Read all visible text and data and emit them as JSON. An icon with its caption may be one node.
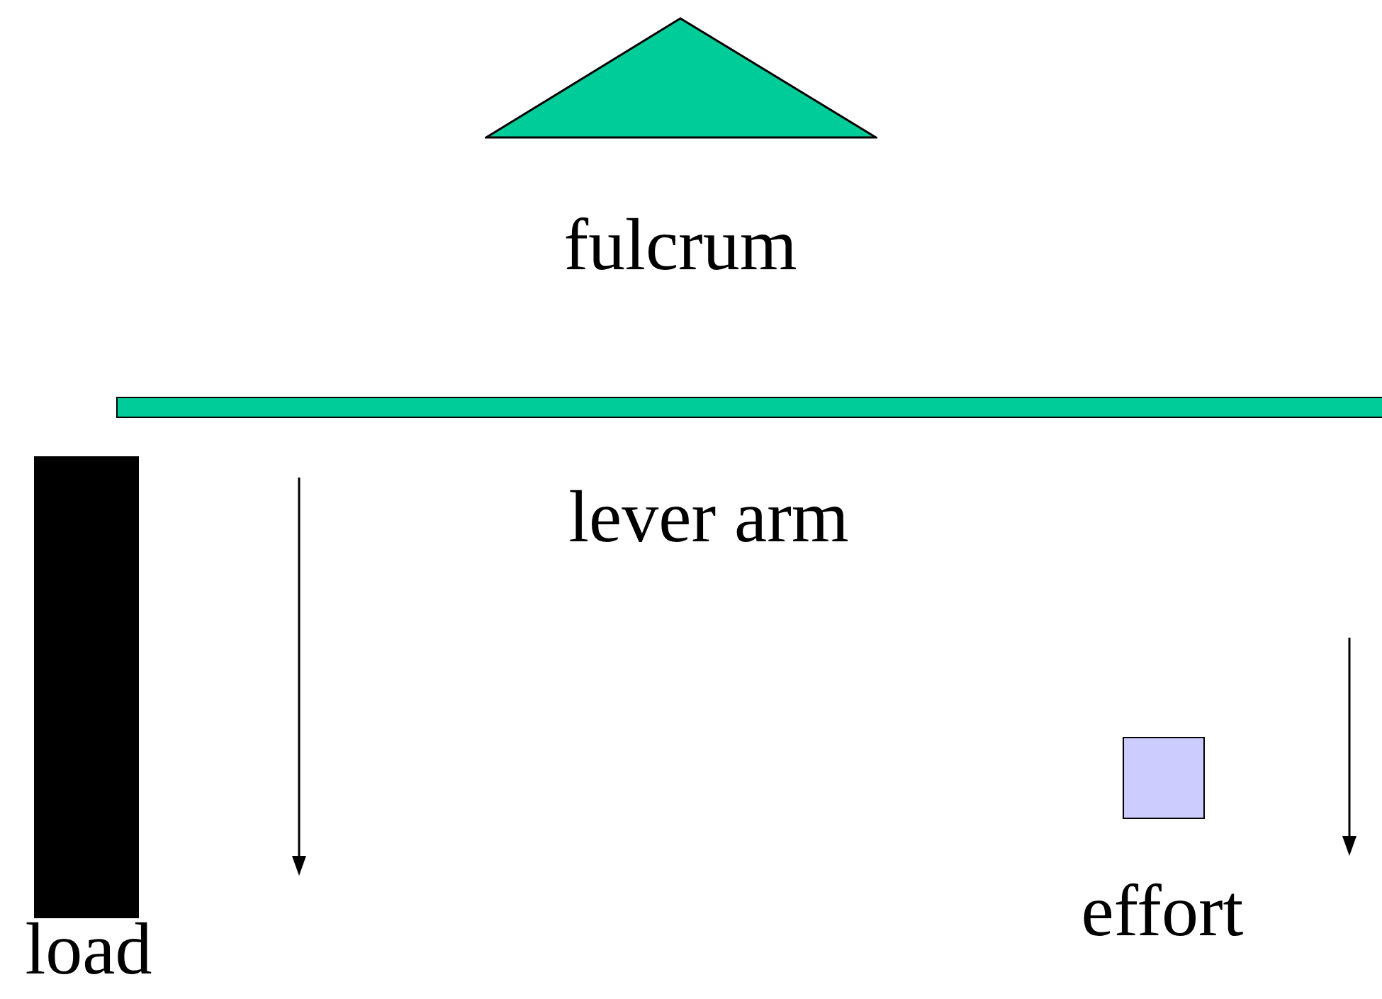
{
  "diagram": {
    "nodes": [
      {
        "text": [],
        "shape": "triangle",
        "beside": [
          "fulcrum"
        ]
      },
      {
        "text": [],
        "shape": "bar",
        "beside": [
          "lever arm"
        ]
      },
      {
        "text": [],
        "shape": "box",
        "beside": [
          "load"
        ]
      },
      {
        "text": [],
        "shape": "box",
        "beside": [
          "effort"
        ]
      }
    ],
    "edges": []
  }
}
